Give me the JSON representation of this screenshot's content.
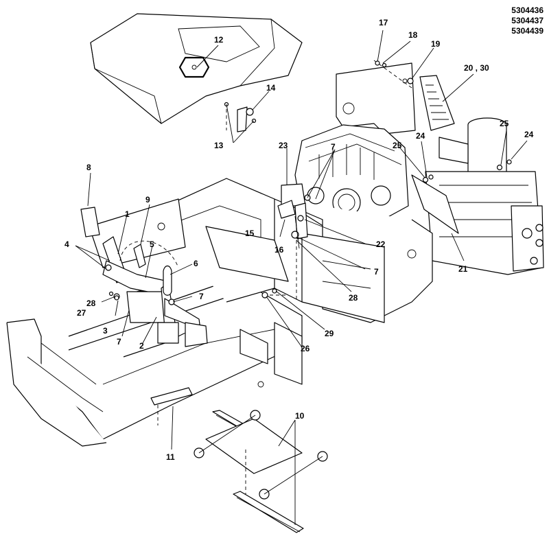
{
  "part_numbers": [
    "5304436",
    "5304437",
    "5304439"
  ],
  "callouts": [
    "1",
    "2",
    "3",
    "4",
    "5",
    "6",
    "7",
    "8",
    "9",
    "10",
    "11",
    "12",
    "13",
    "14",
    "15",
    "16",
    "17",
    "18",
    "19",
    "20 , 30",
    "21",
    "22",
    "23",
    "24",
    "25",
    "26",
    "27",
    "28",
    "29"
  ]
}
